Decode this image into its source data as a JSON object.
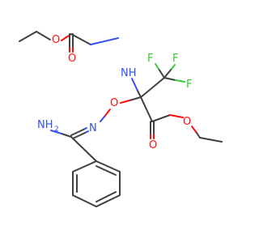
{
  "molecule": {
    "atoms": {
      "o_ethoxy_ester": "O",
      "o_carbamate_carbonyl": "O",
      "nh_carbamate": "NH",
      "f_top_left": "F",
      "f_top_right": "F",
      "f_right": "F",
      "o_ether": "O",
      "o_ester_carbonyl": "O",
      "o_ethyl_ester": "O",
      "nh_imine": "NH",
      "n_oxime": "N",
      "h2_subscript": "2"
    },
    "colors": {
      "carbon": "#404040",
      "oxygen": "#ff0d0d",
      "nitrogen": "#3050f8",
      "fluorine": "#33cc33"
    }
  }
}
